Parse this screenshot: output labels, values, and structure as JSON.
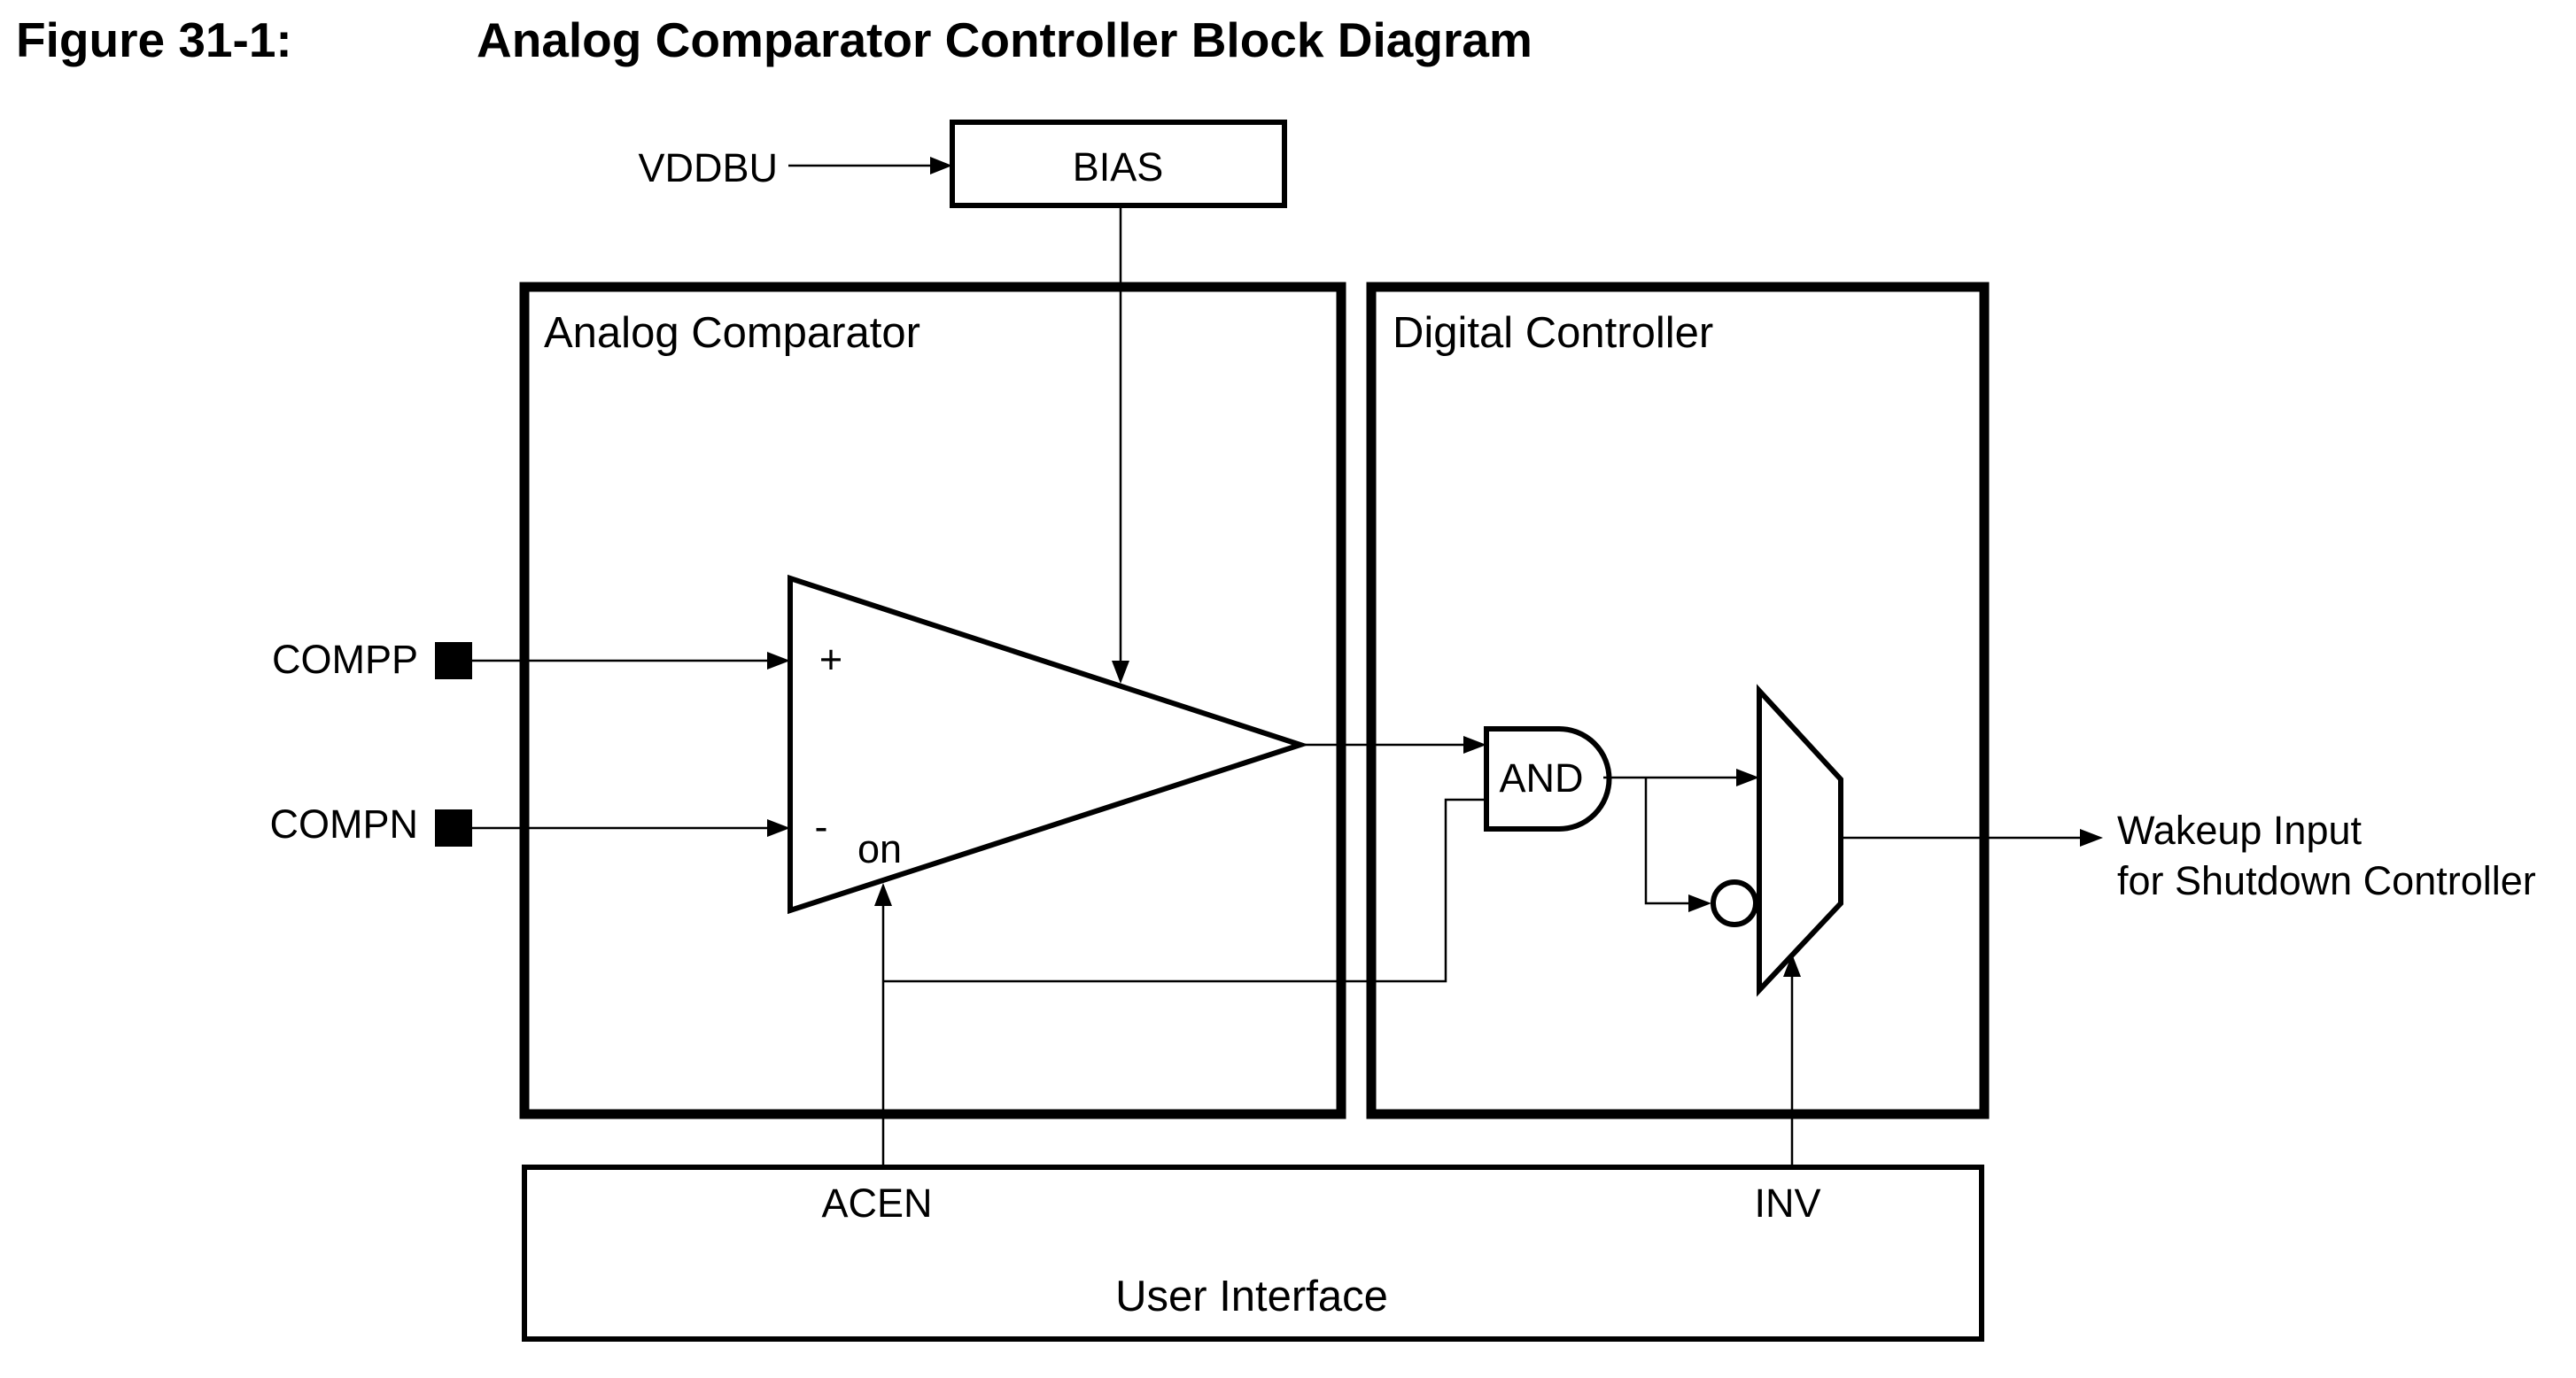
{
  "figure": {
    "number": "Figure 31-1:",
    "title": "Analog Comparator Controller Block Diagram"
  },
  "blocks": {
    "bias": "BIAS",
    "analog_comparator": "Analog Comparator",
    "digital_controller": "Digital Controller",
    "user_interface": "User Interface",
    "and_gate": "AND"
  },
  "signals": {
    "vddbu": "VDDBU",
    "compp": "COMPP",
    "compn": "COMPN",
    "plus": "+",
    "minus": "-",
    "on": "on",
    "acen": "ACEN",
    "inv": "INV",
    "output_line1": "Wakeup Input",
    "output_line2": "for Shutdown Controller"
  }
}
